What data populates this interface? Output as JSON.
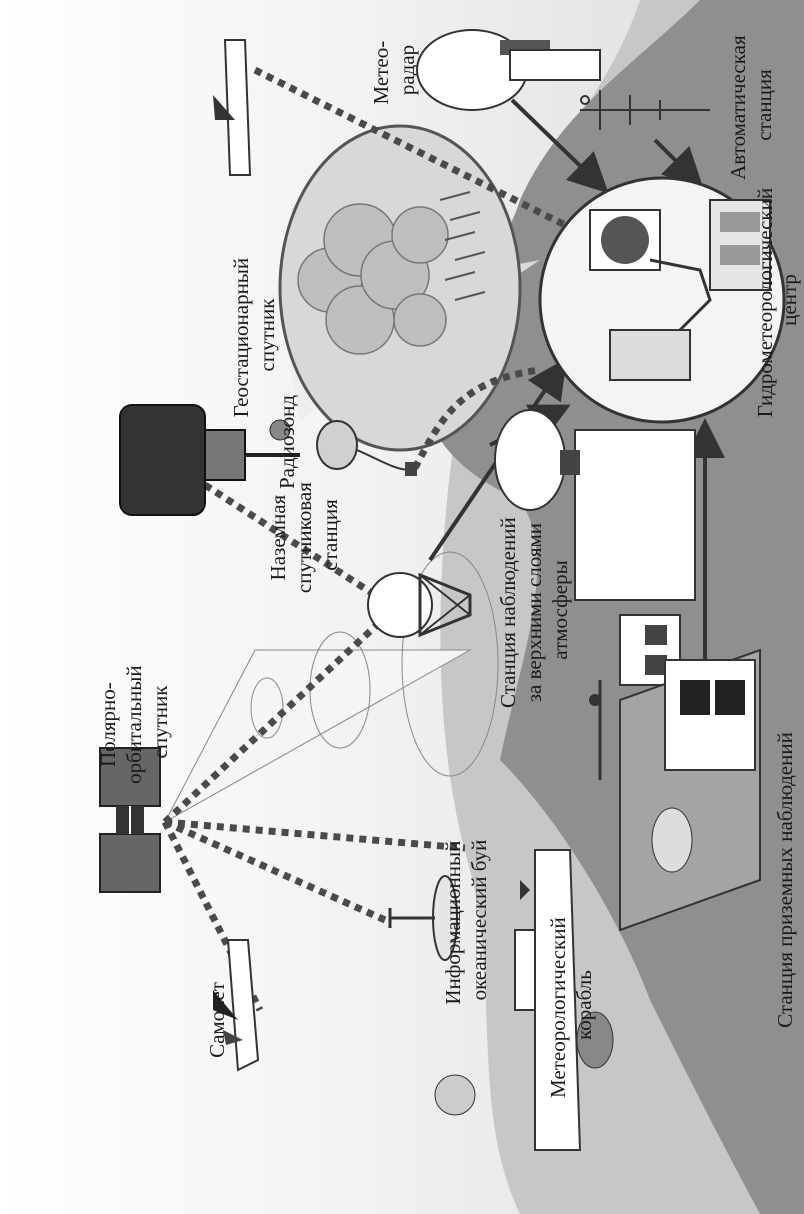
{
  "labels": {
    "airplane_left": "Самолет",
    "polar_satellite": [
      "Полярно-",
      "орбитальный",
      "спутник"
    ],
    "geo_satellite": [
      "Геостационарный",
      "спутник"
    ],
    "ground_station": [
      "Наземная",
      "спутниковая",
      "станция"
    ],
    "radiosonde": "Радиозонд",
    "meteo_radar": [
      "Метео-",
      "радар"
    ],
    "auto_station": [
      "Автоматическая",
      "станция"
    ],
    "hydromet_center": [
      "Гидрометеорологический",
      "центр"
    ],
    "upper_air_station": [
      "Станция наблюдений",
      "за верхними слоями",
      "атмосферы"
    ],
    "surface_station": "Станция приземных наблюдений",
    "ocean_buoy": [
      "Информационный",
      "океанический буй"
    ],
    "meteo_ship": [
      "Метеорологический",
      "корабль"
    ]
  },
  "colors": {
    "sky": "#eeeeee",
    "land": "#8f8f8f",
    "sea": "#c7c7c7",
    "links": "#4a4a4a"
  },
  "icons": [
    "airplane-icon",
    "polar-satellite-icon",
    "geo-satellite-icon",
    "ground-antenna-icon",
    "radiosonde-balloon-icon",
    "weather-radar-icon",
    "automatic-station-icon",
    "hydromet-center-icon",
    "upper-air-station-icon",
    "surface-station-icon",
    "ocean-buoy-icon",
    "meteo-ship-icon",
    "cloud-icon"
  ]
}
